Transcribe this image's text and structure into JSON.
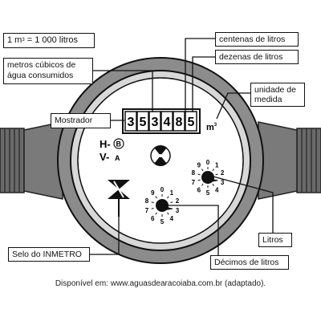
{
  "equation": {
    "text": "1 m",
    "exp": "3",
    "rest": " = 1 000 litros"
  },
  "labels": {
    "metros_cubicos": [
      "metros cúbicos de",
      "água consumidos"
    ],
    "mostrador": "Mostrador",
    "centenas": "centenas de litros",
    "dezenas": "dezenas de litros",
    "unidade": [
      "unidade de",
      "medida"
    ],
    "litros": "Litros",
    "decimos": "Décimos de litros",
    "selo": "Selo do INMETRO"
  },
  "display": {
    "digits": [
      "3",
      "5",
      "3",
      "4",
      "8",
      "5"
    ],
    "unit": "m",
    "unit_exp": "3"
  },
  "meter_marks": {
    "hb": "H-",
    "hb_letter": "B",
    "va": "V-",
    "va_letter": "A"
  },
  "dial_right": {
    "numbers": [
      "0",
      "1",
      "2",
      "3",
      "4",
      "5",
      "6",
      "7",
      "8",
      "9"
    ]
  },
  "dial_left": {
    "numbers": [
      "0",
      "1",
      "2",
      "3",
      "4",
      "5",
      "6",
      "7",
      "8",
      "9"
    ]
  },
  "caption": "Disponível em: www.aguasdearacoiaba.com.br (adaptado)."
}
